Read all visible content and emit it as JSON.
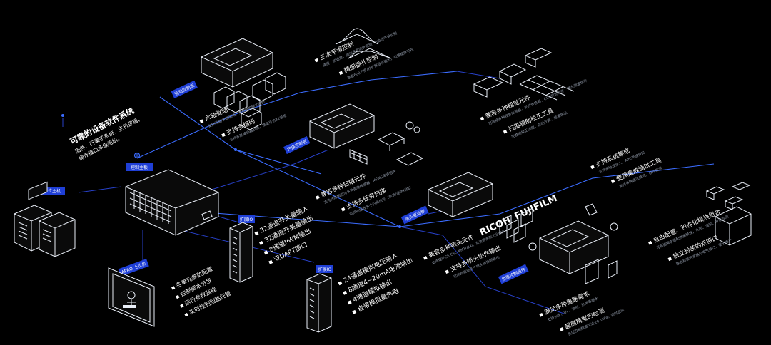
{
  "system": {
    "title": "可靠的设备软件系统",
    "desc_lines": [
      "固件、行業子系统、主机逻辑、",
      "操作接口多级组织。"
    ]
  },
  "tags": {
    "host": "上位主机",
    "controller": "控制主板",
    "motor": "运动控制板",
    "scan": "扫描控制板",
    "head": "喷头驱动板",
    "board1": "扩展IO",
    "board2": "扩展IO",
    "app": "APRO 上位机",
    "ink": "供墨控制组件"
  },
  "motor": {
    "f1_title": "三次平滑控制",
    "f1_desc": "速度、加速度、加加速度同步规划，S曲线平滑控制",
    "f2_title": "精细插补控制",
    "f2_desc": "最高600万步/秒扩展插补输出，位置精度可控",
    "f3_title": "六轴驱动",
    "f3_desc": "支持伺服/步进驱动，多种电机模式适配",
    "f4_title": "支持多编码",
    "f4_desc": "支持多路编码器反馈，精度可达32倍频"
  },
  "scan": {
    "f1_title": "兼容多种扫描元件",
    "f1_desc": "支持线阵相机与多种图像传感器，MEMS振镜组件",
    "f2_title": "支持多任务扫描",
    "f2_desc": "可同时接收多个扫描信号（单步/连续扫描）"
  },
  "vision": {
    "f1_title": "兼容多种视觉元件",
    "f1_desc": "可连接多种视觉传感器，光纤传感器，CCD视觉组件，激光测量组件",
    "f2_title": "扫描辅助校正工具",
    "f2_desc": "完整的校正流程，自动计算，结果输出"
  },
  "head": {
    "f1_title": "兼容多种喷头元件",
    "f1_desc": "支持理光G5/G6、KM1024i、京瓷等多款工业喷头",
    "f2_title": "支持多喷头协作输出",
    "f2_desc": "可同时驱动多个喷头组协同输出",
    "brand1": "RICOH",
    "brand2": "FUJIFILM"
  },
  "sensor": {
    "f1_title": "支持系统集成",
    "f1_desc": "支持多协议接入，APC开放接口",
    "f2_title": "便捷集成调试工具",
    "f2_desc": "支持多种调试模式，自动检测"
  },
  "ink": {
    "f1_title": "自由配置、积件化模块组合",
    "f1_desc": "可根据需求选配供墨模块，负压、温控、液位检测",
    "f2_title": "独立封装的双接口",
    "f2_desc": "独立封装的液路与电气接口，便于维护",
    "f3_title": "满足多种墨路需求",
    "f3_desc": "支持水性、UV、溶剂、热熔等墨水",
    "f4_title": "超高精度的检测",
    "f4_desc": "负压控制精度可达±0.1kPa，实时显示"
  },
  "io1": {
    "items": [
      "32通道开关量输入",
      "32通道开关量输出",
      "8通道PWM输出",
      "双UAPT接口"
    ]
  },
  "io2": {
    "items": [
      "24通道模拟电压输入",
      "8通道4~20mA电流输出",
      "4通道模拟输出",
      "自带模拟量供电"
    ]
  },
  "app": {
    "items": [
      "各单元参数配置",
      "控制脚本分发",
      "运行参数监视",
      "实时控制回路托管"
    ]
  }
}
